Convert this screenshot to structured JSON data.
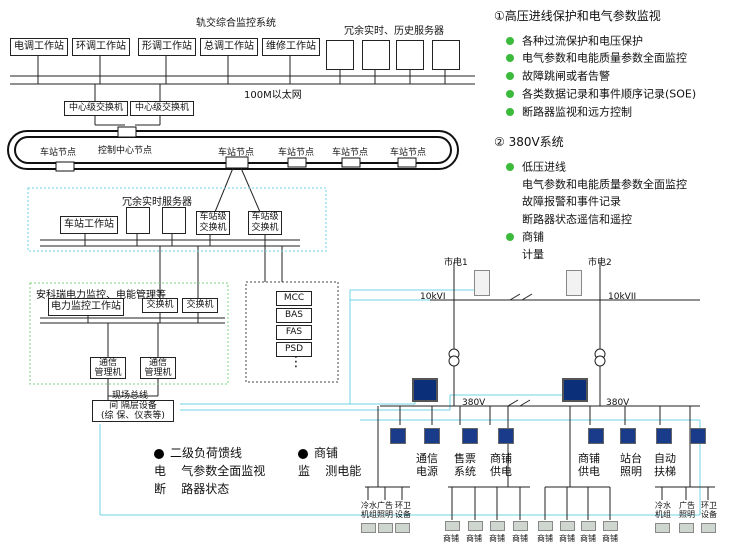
{
  "top": {
    "system_title": "轨交综合监控系统",
    "workstations": [
      "电调工作站",
      "环调工作站",
      "形调工作站",
      "总调工作站",
      "维修工作站"
    ],
    "redundant_servers_title": "冗余实时、历史服务器",
    "ethernet_label": "100M以太网",
    "center_switches": [
      "中心级交换机",
      "中心级交换机"
    ],
    "control_center_node": "控制中心节点"
  },
  "ring": {
    "station_node_label": "车站节点"
  },
  "station": {
    "redundant_rt_servers": "冗余实时服务器",
    "station_workstation": "车站工作站",
    "station_switches": [
      "车站级\n交换机",
      "车站级\n交换机"
    ],
    "acrel_title": "安科瑞电力监控、电能管理等",
    "power_workstation": "电力监控工作站",
    "switches": [
      "交换机",
      "交换机"
    ],
    "comm_managers": [
      "通信\n管理机",
      "通信\n管理机"
    ],
    "fieldbus": "现场总线",
    "bay_devices": "间 隔层设备\n(综 保、仪表等)",
    "subsystems": [
      "MCC",
      "BAS",
      "FAS",
      "PSD"
    ],
    "more_dots": "⋮"
  },
  "features": {
    "section1_title": "①高压进线保护和电气参数监视",
    "section1_items": [
      "各种过流保护和电压保护",
      "电气参数和电能质量参数全面监控",
      "故障跳闸或者告警",
      "各类数据记录和事件顺序记录(SOE)",
      "断路器监视和远方控制"
    ],
    "section2_title": "② 380V系统",
    "section2_a_title": "低压进线",
    "section2_a_items": [
      "电气参数和电能质量参数全面监控",
      "故障报警和事件记录",
      "断路器状态遥信和遥控"
    ],
    "section2_b_title": "商铺",
    "section2_b_items": [
      "计量"
    ]
  },
  "power": {
    "source1": "市电1",
    "source2": "市电2",
    "bus_hv1": "10kVI",
    "bus_hv2": "10kVII",
    "bus_lv": "380V",
    "feeders": [
      "通信\n电源",
      "售票\n系统",
      "商铺\n供电",
      "商铺\n供电",
      "站台\n照明",
      "自动\n扶梯"
    ],
    "loads_left": [
      "冷水\n机组",
      "广告\n照明",
      "环卫\n设备"
    ],
    "loads_right": [
      "冷水\n机组",
      "广告\n照明",
      "环卫\n设备"
    ],
    "shop_label": "商铺"
  },
  "bottom": {
    "item1_title": "二级负荷馈线",
    "item1_lines": [
      "电    气参数全面监视",
      "断    路器状态"
    ],
    "item2_title": "商铺",
    "item2_lines": [
      "监    测电能"
    ]
  },
  "colors": {
    "accent_green": "#3cba3c",
    "dashed_cyan": "#6fd3e6",
    "dashed_green": "#7cd07c",
    "meter_blue": "#1a3a8a"
  }
}
